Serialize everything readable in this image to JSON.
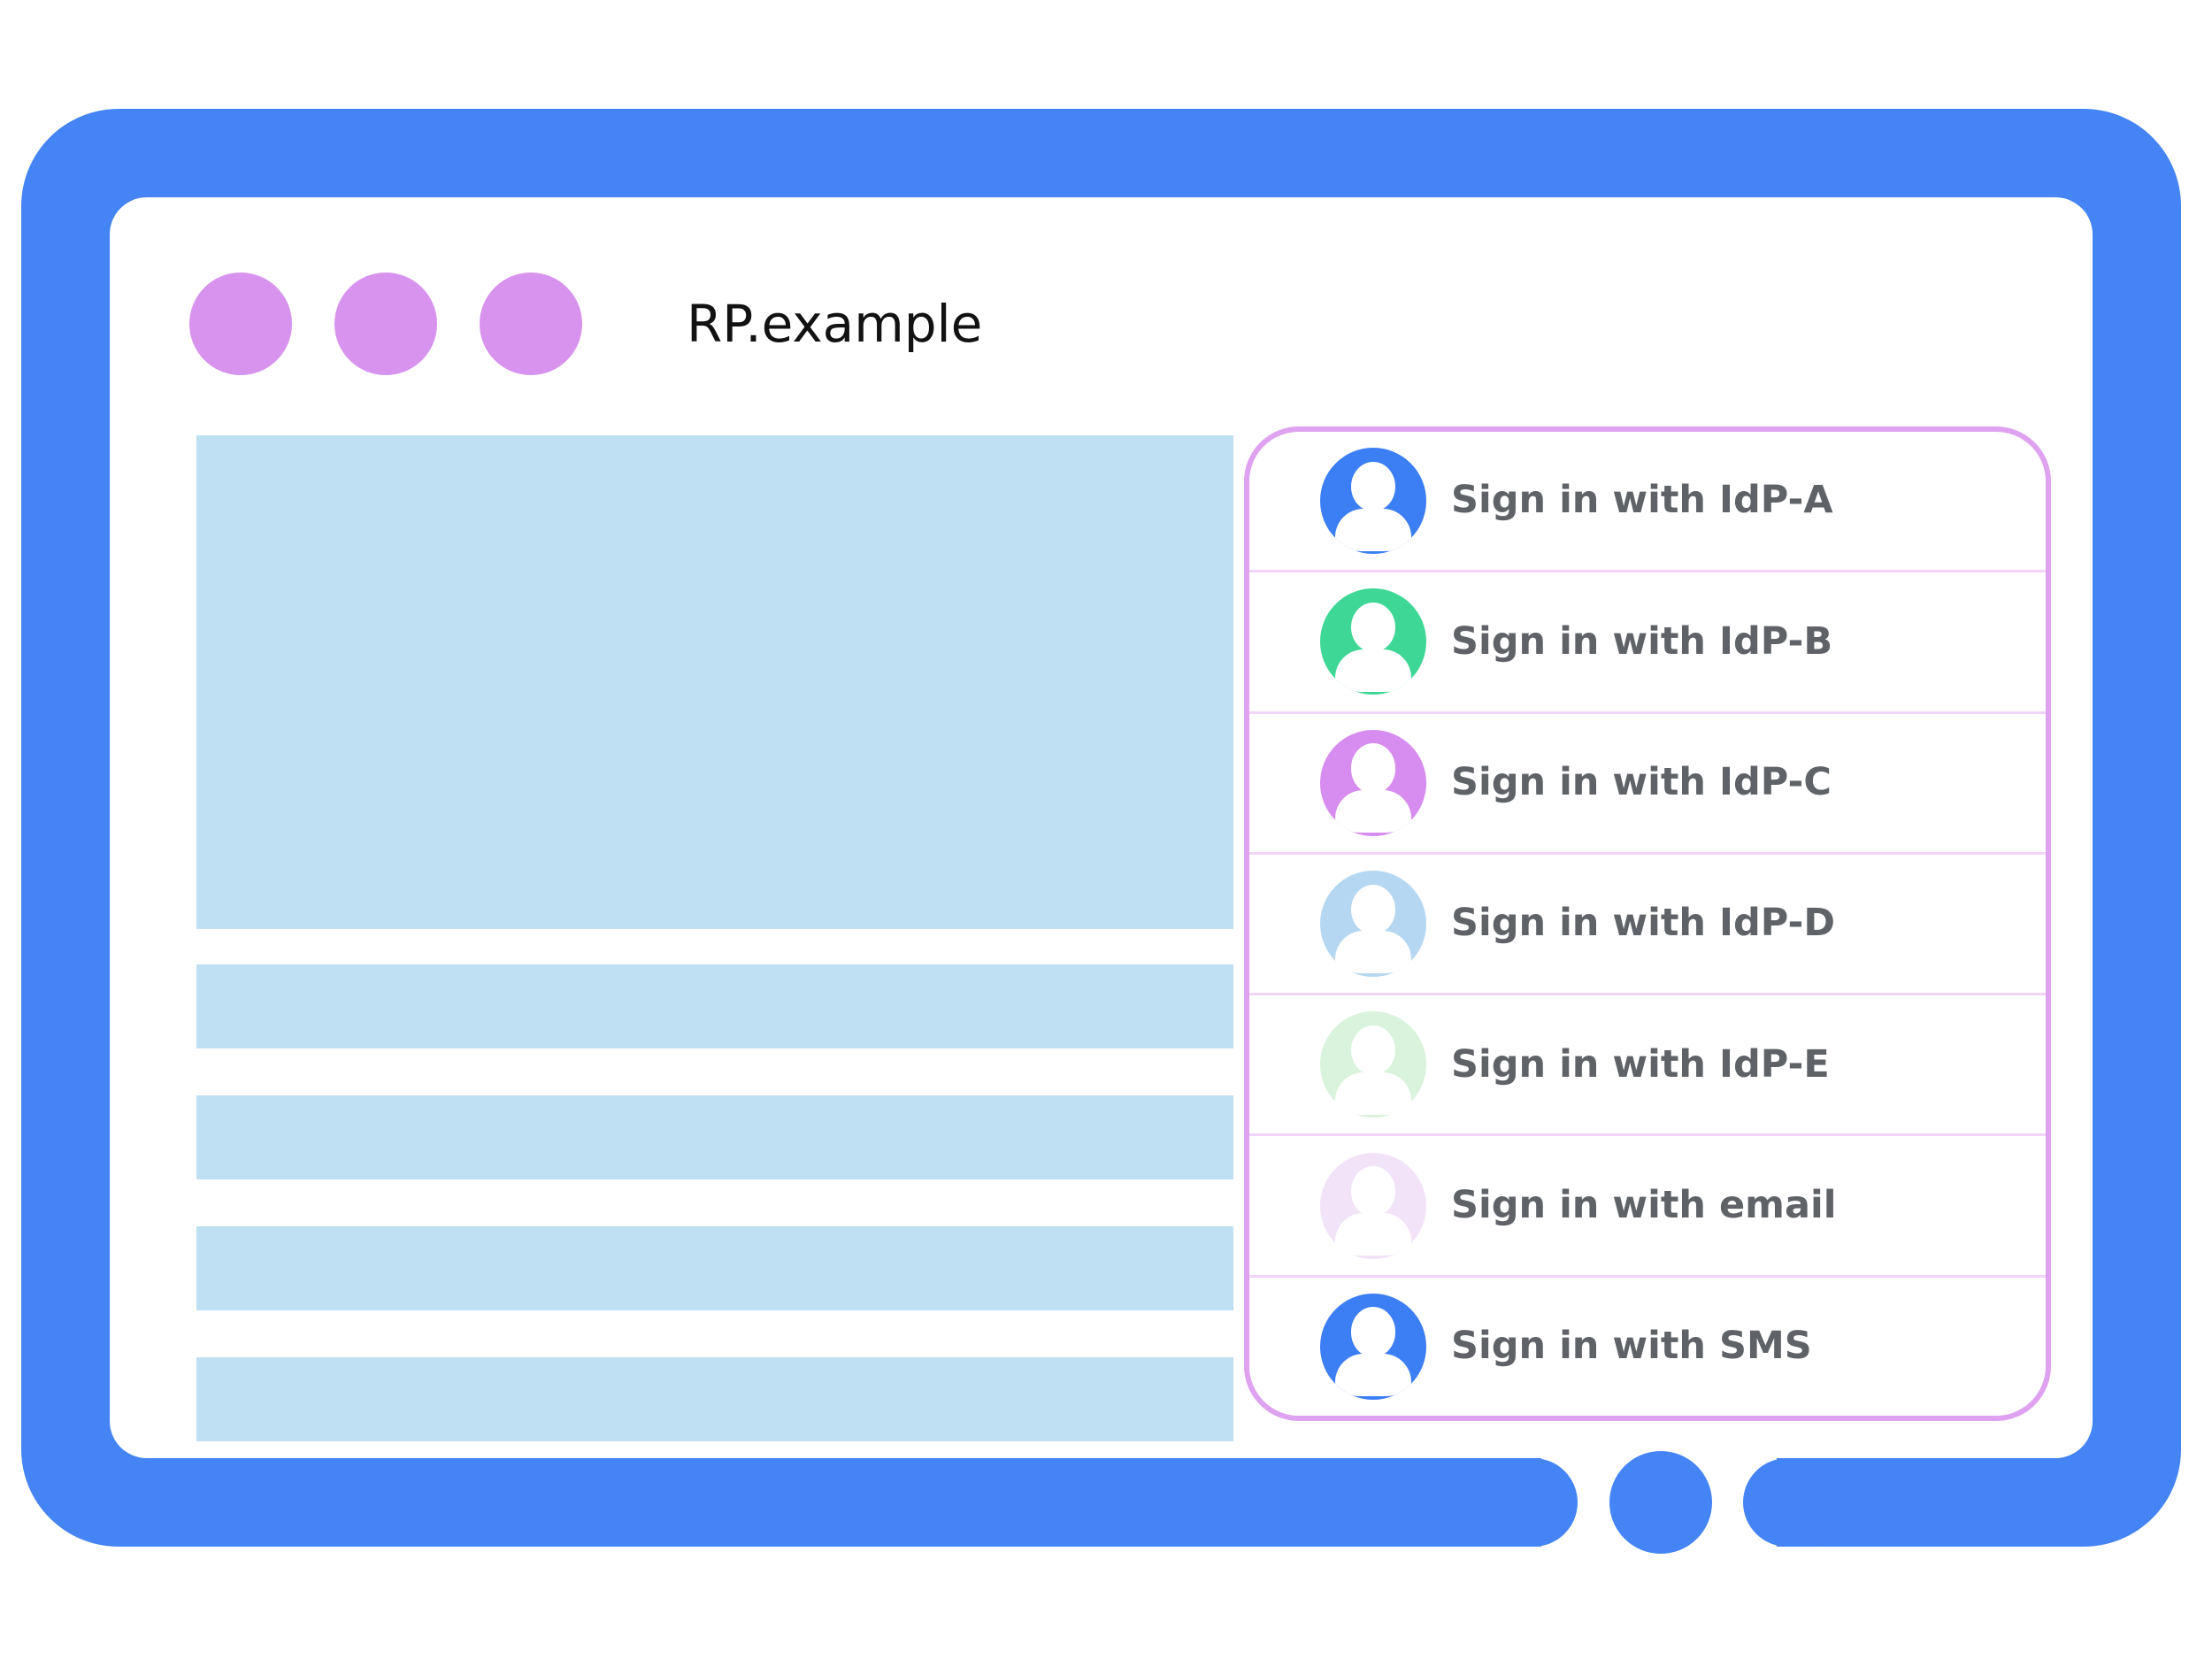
{
  "window": {
    "title": "RP.example",
    "controls": [
      {
        "icon": "window-dot"
      },
      {
        "icon": "window-dot"
      },
      {
        "icon": "window-dot"
      }
    ],
    "home_button_icon": "home-button-dot"
  },
  "content": {
    "placeholder_blocks": [
      "hero-image-placeholder",
      "text-line-placeholder",
      "text-line-placeholder",
      "text-line-placeholder",
      "text-line-placeholder"
    ]
  },
  "signin_panel": {
    "options": [
      {
        "label": "Sign in with IdP-A",
        "icon": "person-icon",
        "avatar_color": "#3C7EF3"
      },
      {
        "label": "Sign in with IdP-B",
        "icon": "person-icon",
        "avatar_color": "#3FD795"
      },
      {
        "label": "Sign in with IdP-C",
        "icon": "person-icon",
        "avatar_color": "#D78CEF"
      },
      {
        "label": "Sign in with IdP-D",
        "icon": "person-icon",
        "avatar_color": "#B5D7F2"
      },
      {
        "label": "Sign in with IdP-E",
        "icon": "person-icon",
        "avatar_color": "#D9F3DC"
      },
      {
        "label": "Sign in with email",
        "icon": "person-icon",
        "avatar_color": "#F2E3F9"
      },
      {
        "label": "Sign in with SMS",
        "icon": "person-icon",
        "avatar_color": "#3C7EF3"
      }
    ]
  },
  "colors": {
    "frame_blue": "#4484F4",
    "window_dot": "#D793ED",
    "placeholder_blue": "#BFDFF3",
    "panel_border": "#DEA2F0",
    "panel_divider": "#F2D4F8",
    "panel_bg": "#FFFFFF",
    "label_gray": "#5F6368",
    "title_black": "#121212"
  }
}
